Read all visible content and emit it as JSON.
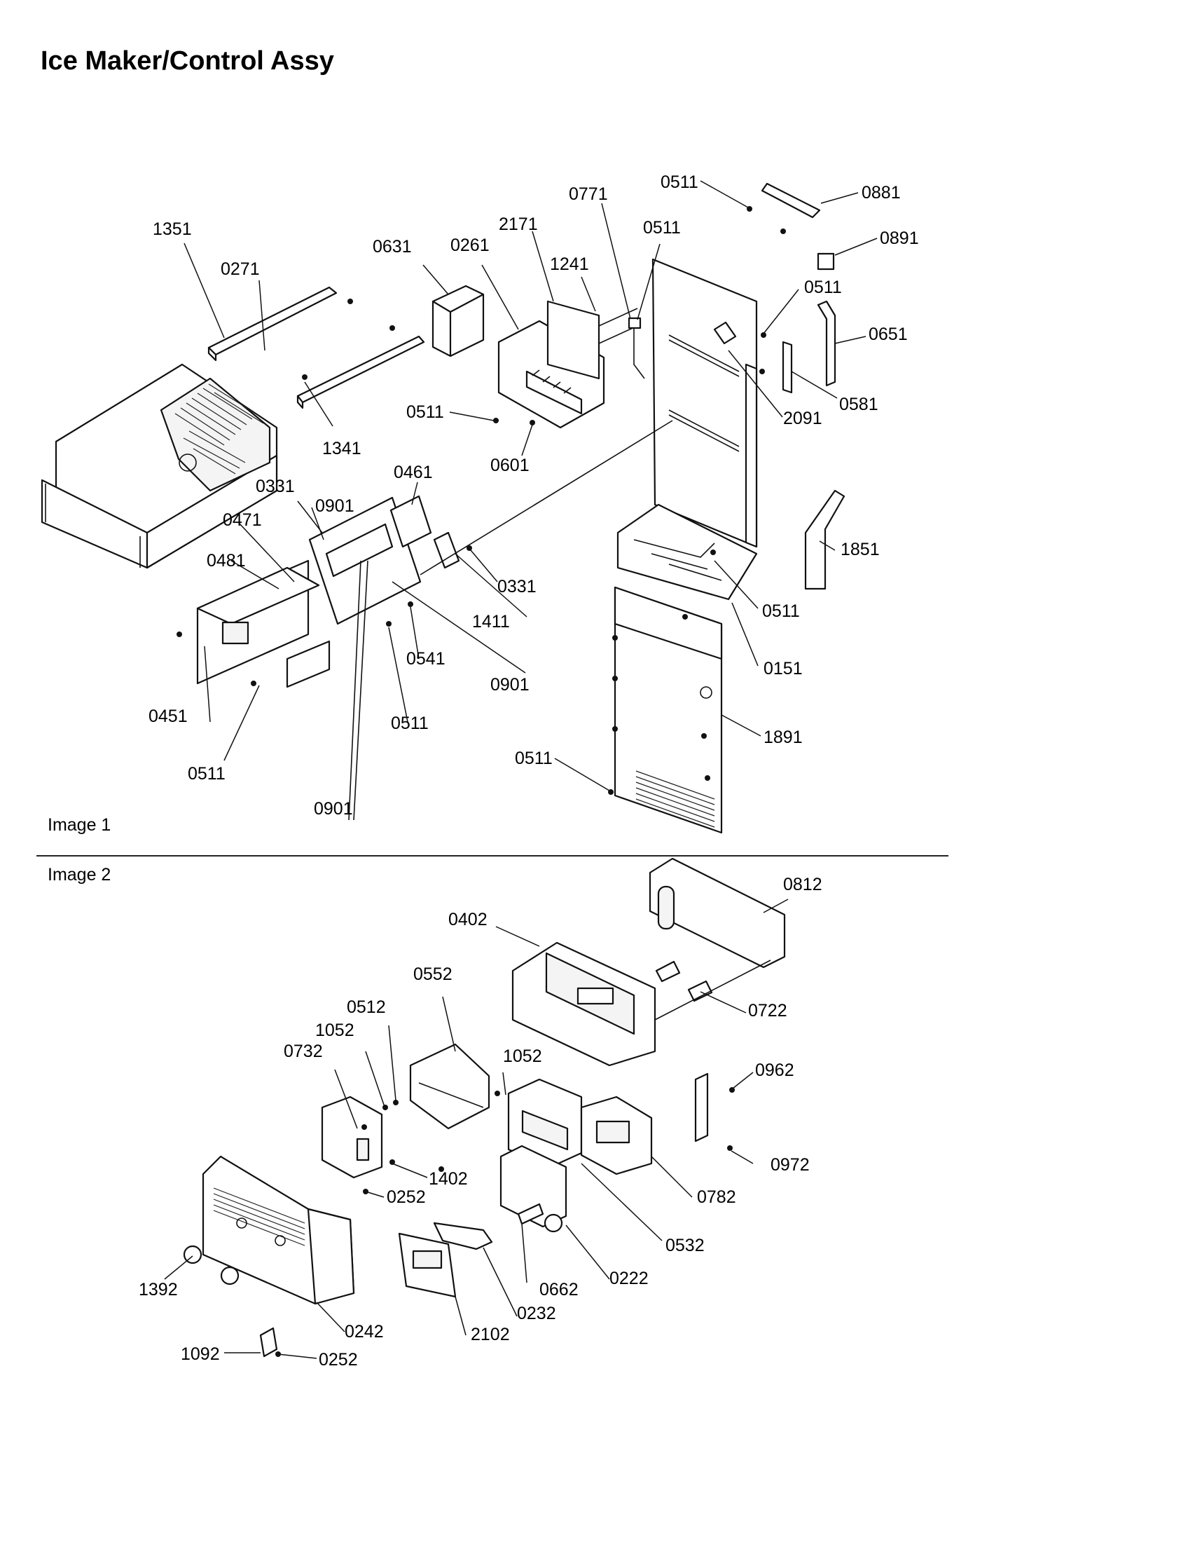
{
  "page": {
    "title": "Ice Maker/Control Assy",
    "image1_label": "Image 1",
    "image2_label": "Image 2"
  },
  "callouts_image1": [
    "0511",
    "0881",
    "0771",
    "2171",
    "0511",
    "0891",
    "1351",
    "0631",
    "0261",
    "1241",
    "0271",
    "0511",
    "0651",
    "0581",
    "2091",
    "0511",
    "0601",
    "1341",
    "0461",
    "0331",
    "0901",
    "0471",
    "1851",
    "0481",
    "0331",
    "1411",
    "0511",
    "0151",
    "0541",
    "0901",
    "0451",
    "0511",
    "1891",
    "0511",
    "0511",
    "0901"
  ],
  "callouts_image2": [
    "0812",
    "0402",
    "0722",
    "0552",
    "0512",
    "1052",
    "0732",
    "1052",
    "0962",
    "0972",
    "1402",
    "0252",
    "0782",
    "1392",
    "0532",
    "0222",
    "0662",
    "0232",
    "0242",
    "2102",
    "1092",
    "0252"
  ],
  "icons": [
    "hex-screw-icon"
  ]
}
